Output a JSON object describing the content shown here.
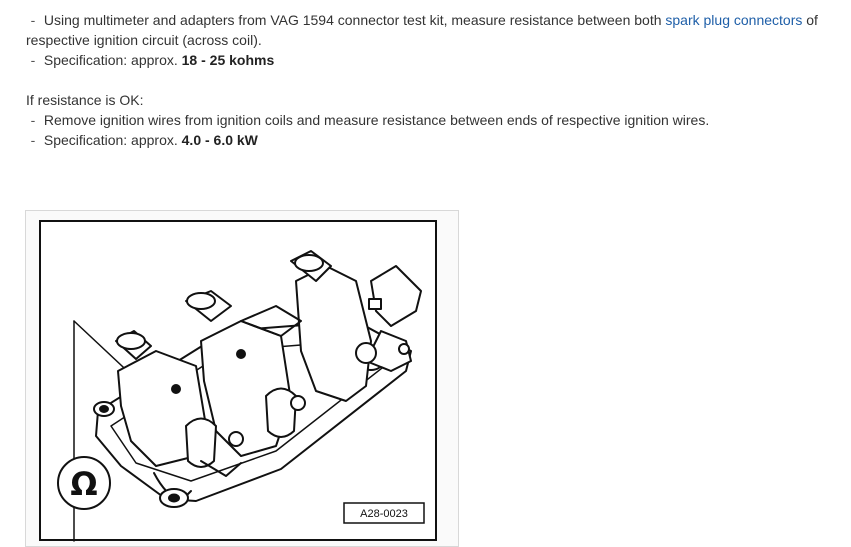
{
  "instructions": {
    "step1": {
      "dash": "-",
      "text_before_link": "Using multimeter and adapters from VAG 1594 connector test kit, measure resistance between both ",
      "link": "spark plug connectors",
      "text_after_link": " of respective ignition circuit (across coil)."
    },
    "spec1": {
      "dash": "-",
      "label": "Specification: approx. ",
      "value": "18 - 25 kohms"
    },
    "condition": "If resistance is OK:",
    "step2": {
      "dash": "-",
      "text": "Remove ignition wires from ignition coils and measure resistance between ends of respective ignition wires."
    },
    "spec2": {
      "dash": "-",
      "label": "Specification: approx. ",
      "value": "4.0 - 6.0 kW"
    }
  },
  "figure": {
    "ohm_symbol": "Ω",
    "reference_code": "A28-0023"
  }
}
